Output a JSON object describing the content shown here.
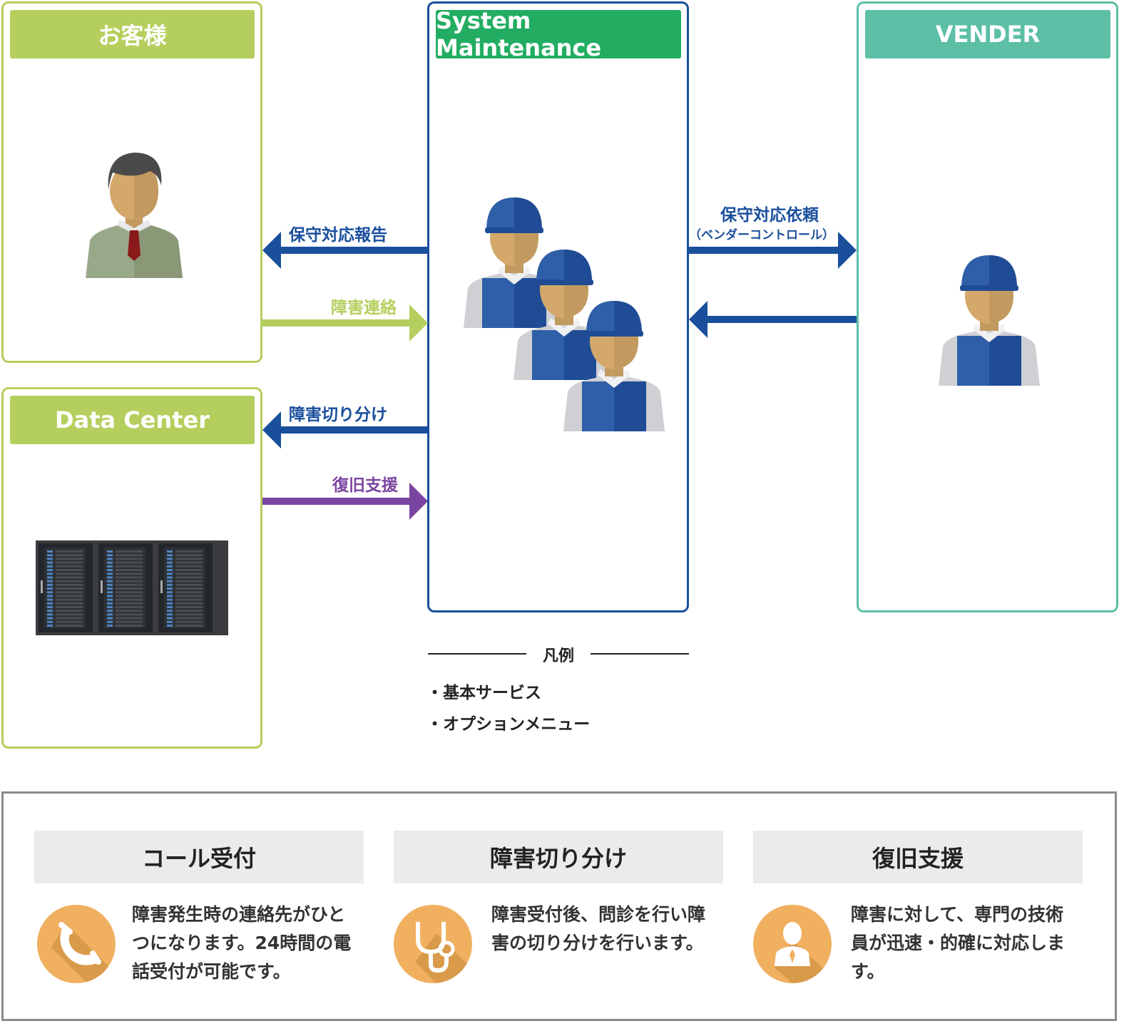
{
  "colors": {
    "customer_green": "#b5cf5e",
    "maintenance_green": "#22ad62",
    "vendor_teal": "#5cbfa6",
    "system_blue": "#1a4f9c",
    "purple": "#7a45a0",
    "icon_orange": "#f0b060"
  },
  "customer": {
    "title": "お客様"
  },
  "datacenter": {
    "title": "Data Center"
  },
  "maintenance": {
    "title": "System Maintenance"
  },
  "vendor": {
    "title": "VENDER"
  },
  "arrows": {
    "report": "保守対応報告",
    "contact": "障害連絡",
    "isolation": "障害切り分け",
    "recovery": "復旧支援",
    "request": "保守対応依頼",
    "request_sub": "（ベンダーコントロール）"
  },
  "legend": {
    "title": "凡例",
    "basic": "・基本サービス",
    "option": "・オプションメニュー"
  },
  "features": [
    {
      "title": "コール受付",
      "icon": "phone-icon",
      "lines": [
        "障害発生時の連絡先がひと",
        "つになります。24時間の電",
        "話受付が可能です。"
      ]
    },
    {
      "title": "障害切り分け",
      "icon": "stethoscope-icon",
      "lines": [
        "障害受付後、問診を行い障",
        "害の切り分けを行います。"
      ]
    },
    {
      "title": "復旧支援",
      "icon": "engineer-icon",
      "lines": [
        "障害に対して、専門の技術",
        "員が迅速・的確に対応しま",
        "す。"
      ]
    }
  ]
}
